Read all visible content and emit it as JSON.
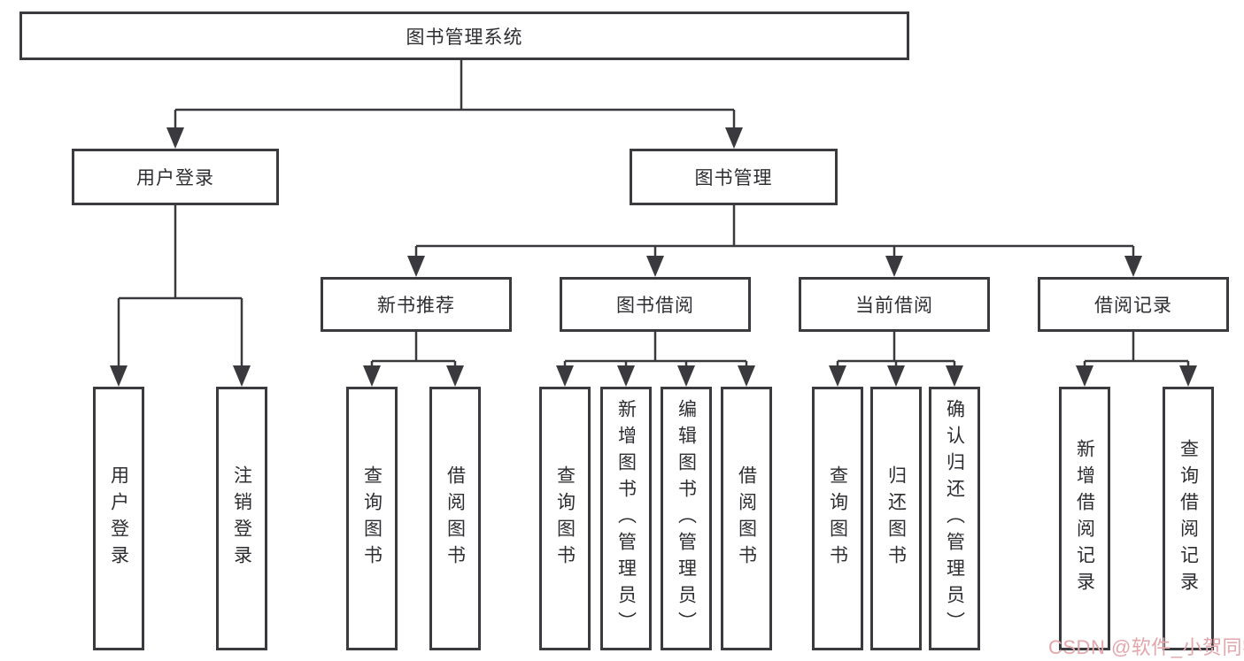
{
  "diagram": {
    "root_label": "图书管理系统",
    "level2": [
      {
        "label": "用户登录",
        "children": [
          "用户登录",
          "注销登录"
        ]
      },
      {
        "label": "图书管理"
      }
    ],
    "level3": [
      {
        "label": "新书推荐",
        "children": [
          "查询图书",
          "借阅图书"
        ]
      },
      {
        "label": "图书借阅",
        "children": [
          "查询图书",
          "新增图书（管理员）",
          "编辑图书（管理员）",
          "借阅图书"
        ]
      },
      {
        "label": "当前借阅",
        "children": [
          "查询图书",
          "归还图书",
          "确认归还（管理员）"
        ]
      },
      {
        "label": "借阅记录",
        "children": [
          "新增借阅记录",
          "查询借阅记录"
        ]
      }
    ]
  },
  "watermark": {
    "text": "CSDN @软件_小贺同学",
    "color": "#e2a6ab"
  },
  "colors": {
    "line": "#3a3a3e",
    "border": "#3b3b3f",
    "text": "#2e2e32",
    "background": "#ffffff"
  }
}
